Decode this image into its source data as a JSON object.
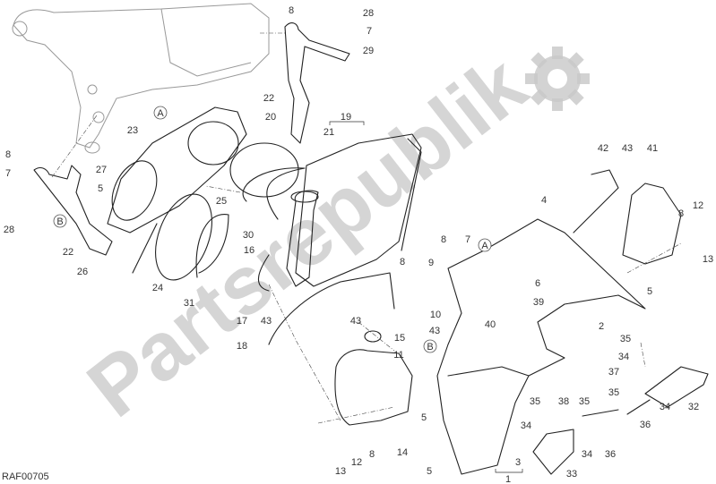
{
  "diagram": {
    "reference_code": "RAF00705",
    "watermark": "Partsrepublik",
    "watermark_logo_icon": "gear-icon",
    "callouts": [
      "A",
      "B"
    ],
    "part_labels": {
      "p8a": "8",
      "p28a": "28",
      "p7a": "7",
      "p29": "29",
      "p22a": "22",
      "p20": "20",
      "p19": "19",
      "p21": "21",
      "p23": "23",
      "p8b": "8",
      "p7b": "7",
      "p27": "27",
      "p5a": "5",
      "p25": "25",
      "p28b": "28",
      "p22b": "22",
      "p26": "26",
      "p24": "24",
      "p30": "30",
      "p16": "16",
      "p31": "31",
      "p17": "17",
      "p43a": "43",
      "p18": "18",
      "p8c": "8",
      "p43b": "43",
      "p15": "15",
      "p11": "11",
      "p42": "42",
      "p43c": "43",
      "p41": "41",
      "p4": "4",
      "p12a": "12",
      "p8d": "8",
      "p13a": "13",
      "p8e": "8",
      "p7c": "7",
      "p9": "9",
      "p6": "6",
      "p39": "39",
      "p10": "10",
      "p43d": "43",
      "p40": "40",
      "p5b": "5",
      "p2": "2",
      "p35a": "35",
      "p34a": "34",
      "p37": "37",
      "p35b": "35",
      "p34b": "34",
      "p32": "32",
      "p5c": "5",
      "p35c": "35",
      "p38": "38",
      "p35d": "35",
      "p34c": "34",
      "p34d": "34",
      "p36a": "36",
      "p36b": "36",
      "p14": "14",
      "p8f": "8",
      "p12b": "12",
      "p13b": "13",
      "p5d": "5",
      "p3": "3",
      "p1": "1",
      "p33": "33"
    }
  }
}
